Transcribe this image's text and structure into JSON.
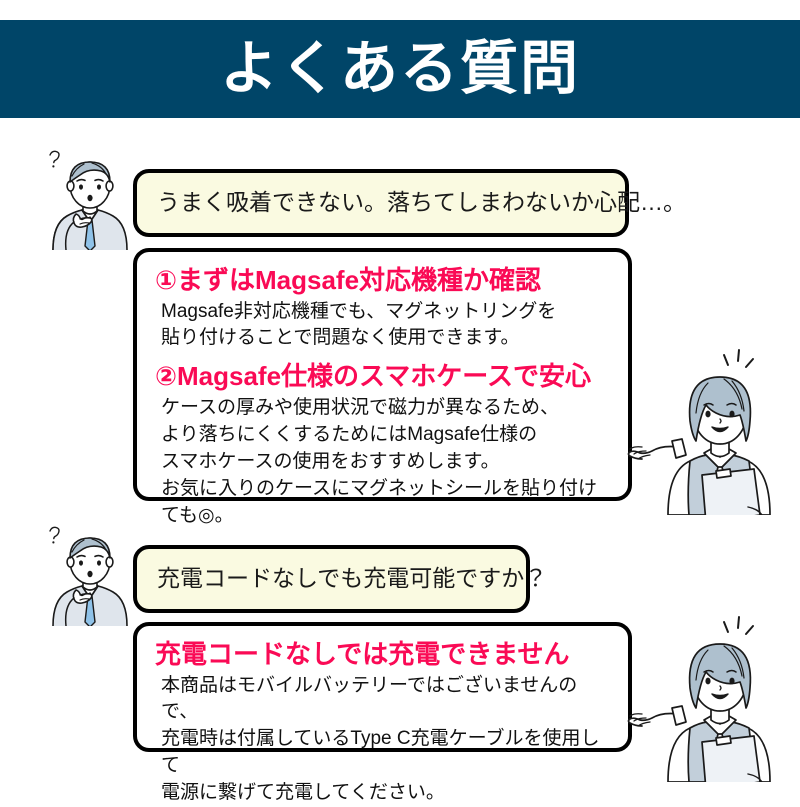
{
  "header": {
    "title": "よくある質問"
  },
  "colors": {
    "banner_navy": "#004568",
    "heading_pink": "#FA0A55",
    "bubble_cream": "#FAFAE1",
    "outline_black": "#000000",
    "illustration_blue_gray": "#AFBFCE",
    "illustration_light": "#DCE3EA"
  },
  "faq": [
    {
      "question": "うまく吸着できない。落ちてしまわないか心配…。",
      "asker_icon": "thinking-man-icon",
      "answer_sections": [
        {
          "heading": "①まずはMagsafe対応機種か確認",
          "body": "Magsafe非対応機種でも、マグネットリングを\n貼り付けることで問題なく使用できます。"
        },
        {
          "heading": "②Magsafe仕様のスマホケースで安心",
          "body": "ケースの厚みや使用状況で磁力が異なるため、\nより落ちにくくするためにはMagsafe仕様の\nスマホケースの使用をおすすめします。\nお気に入りのケースにマグネットシールを貼り付けても◎。"
        }
      ],
      "responder_icon": "smiling-woman-presenting-icon"
    },
    {
      "question": "充電コードなしでも充電可能ですか？",
      "asker_icon": "thinking-man-icon",
      "answer_sections": [
        {
          "heading": "充電コードなしでは充電できません",
          "body": "本商品はモバイルバッテリーではございませんので、\n充電時は付属しているType C充電ケーブルを使用して\n電源に繋げて充電してください。"
        }
      ],
      "responder_icon": "smiling-woman-presenting-icon"
    }
  ]
}
